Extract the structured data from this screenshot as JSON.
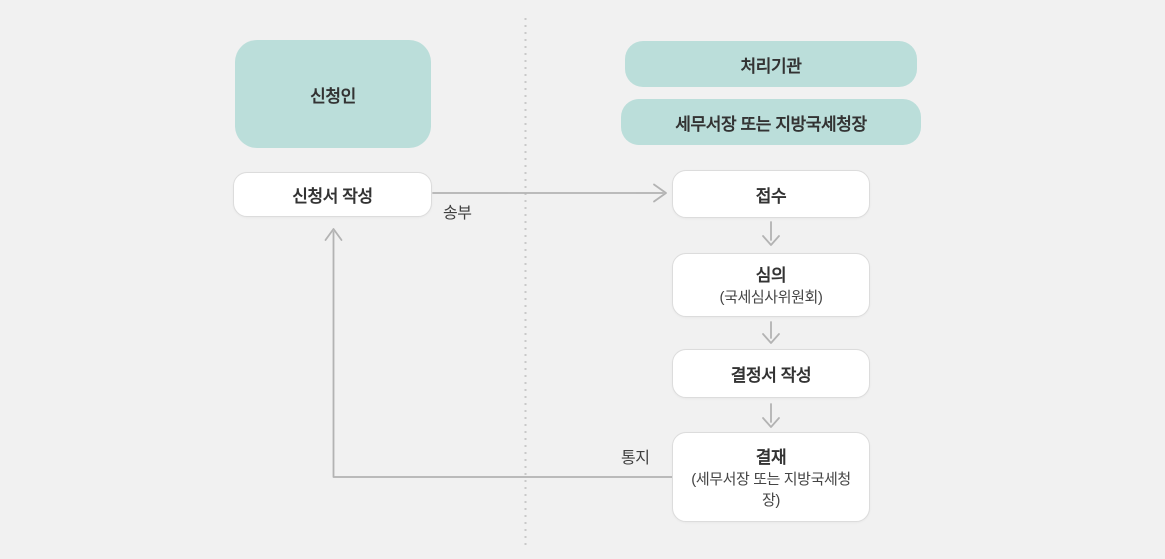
{
  "applicant": {
    "title": "신청인",
    "step": "신청서 작성"
  },
  "agency": {
    "header": "처리기관",
    "subheader": "세무서장 또는 지방국세청장",
    "steps": [
      {
        "title": "접수"
      },
      {
        "title": "심의",
        "subtitle": "(국세심사위원회)"
      },
      {
        "title": "결정서 작성"
      },
      {
        "title": "결재",
        "subtitle": "(세무서장 또는 지방국세청장)"
      }
    ]
  },
  "arrow_labels": {
    "send": "송부",
    "notify": "통지"
  },
  "colors": {
    "background": "#f1f1f1",
    "teal_box": "#bbdeda",
    "white_box": "#ffffff",
    "box_border": "#dcdcdc",
    "text": "#333333",
    "arrow": "#b3b3b3",
    "dotted_divider": "#c9c9c9"
  }
}
